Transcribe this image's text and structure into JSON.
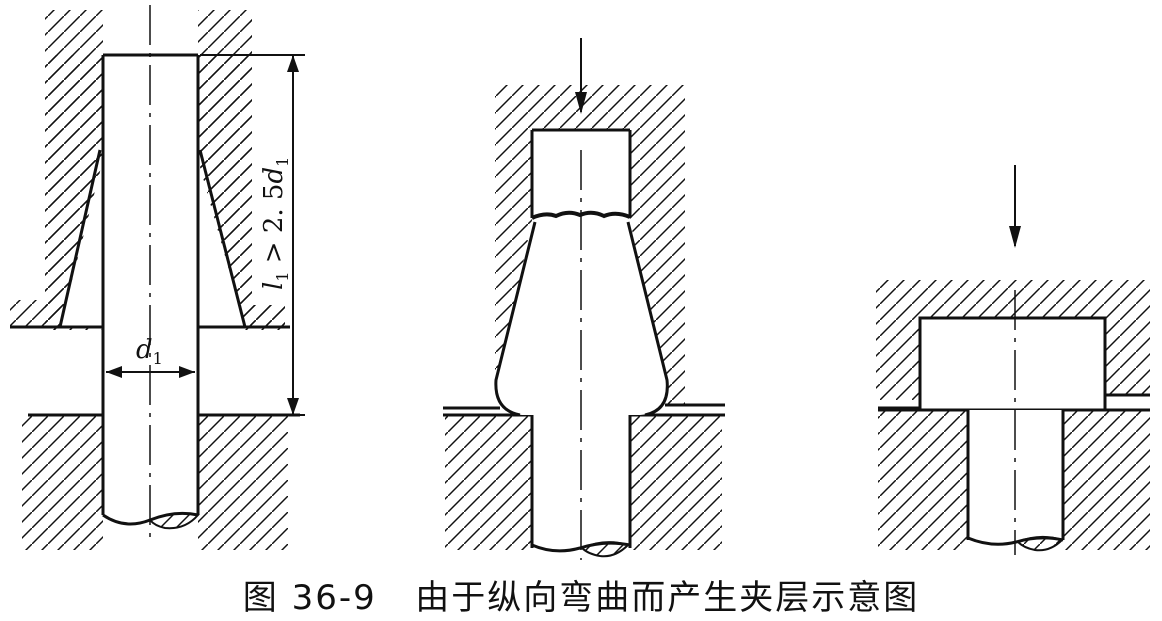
{
  "figure": {
    "caption": "图 36-9   由于纵向弯曲而产生夹层示意图",
    "labels": {
      "diameter": "d",
      "diameter_sub": "1",
      "length_var": "l",
      "length_sub": "1",
      "length_rel": " > 2. 5",
      "length_d": "d",
      "length_d_sub": "1"
    },
    "colors": {
      "ink": "#111111",
      "background": "#ffffff"
    }
  }
}
